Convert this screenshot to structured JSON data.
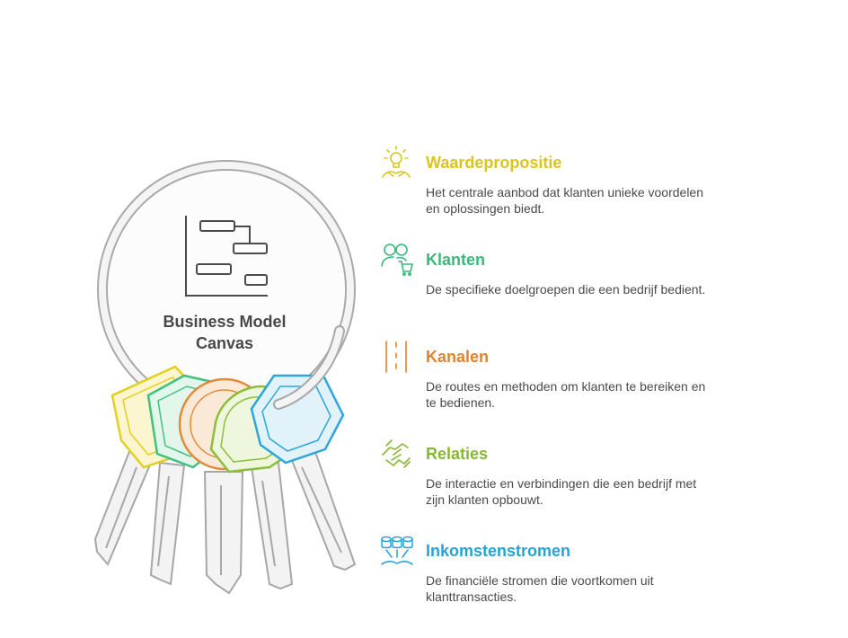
{
  "center": {
    "title_line1": "Business Model",
    "title_line2": "Canvas"
  },
  "colors": {
    "gray": "#aaaaaa",
    "yellow": "#e3cf1f",
    "green": "#3fc281",
    "orange": "#e08a3a",
    "lime": "#8cbe3a",
    "blue": "#2ea6d8"
  },
  "items": [
    {
      "title": "Waardepropositie",
      "description": "Het centrale aanbod dat klanten unieke voordelen en oplossingen biedt.",
      "color": "#d9c61c",
      "icon": "lightbulb-hand-icon"
    },
    {
      "title": "Klanten",
      "description": "De specifieke doelgroepen die een bedrijf bedient.",
      "color": "#3bb97a",
      "icon": "customers-cart-icon"
    },
    {
      "title": "Kanalen",
      "description": "De routes en methoden om klanten te bereiken en te bedienen.",
      "color": "#df8330",
      "icon": "road-icon"
    },
    {
      "title": "Relaties",
      "description": "De interactie en verbindingen die een bedrijf met zijn klanten opbouwt.",
      "color": "#86b834",
      "icon": "handshake-icon"
    },
    {
      "title": "Inkomstenstromen",
      "description": "De financiële stromen die voortkomen uit klanttransacties.",
      "color": "#25a3d6",
      "icon": "money-flow-icon"
    }
  ]
}
